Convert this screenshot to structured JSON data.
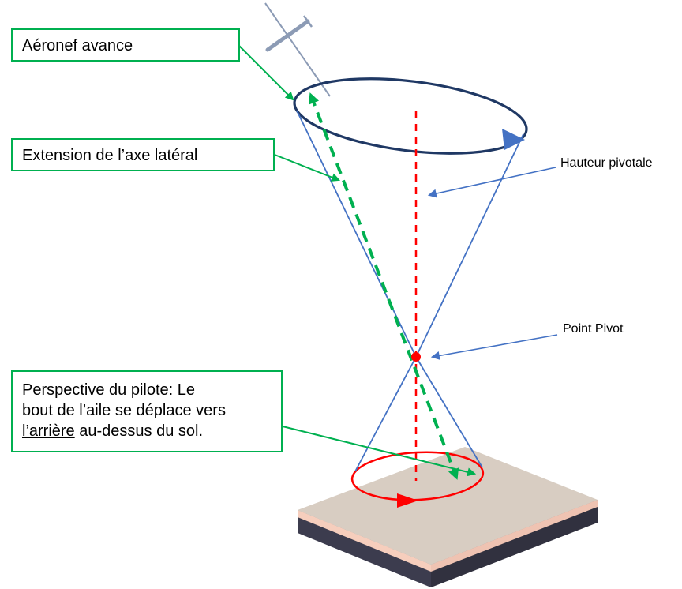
{
  "diagram": {
    "boxes": {
      "aeronef": "Aéronef avance",
      "extension": "Extension de l’axe latéral",
      "perspective_line1": "Perspective du pilote: Le",
      "perspective_line2": "bout de l’aile se déplace vers",
      "perspective_underlined": "l’arrière",
      "perspective_line3_rest": " au-dessus du sol."
    },
    "side_labels": {
      "hauteur_pivotale": "Hauteur pivotale",
      "point_pivot": "Point Pivot"
    }
  },
  "colors": {
    "green": "#00B050",
    "blue": "#4472C4",
    "dark_blue": "#1F3864",
    "red": "#FF0000",
    "ground_top": "#D8CDC2",
    "ground_edge_light": "#F6CEBD",
    "ground_edge_shade": "#EFC3B2",
    "ground_side": "#3C3C4E",
    "ground_side_dark": "#31313F",
    "plane_gray": "#8C9BB5"
  }
}
